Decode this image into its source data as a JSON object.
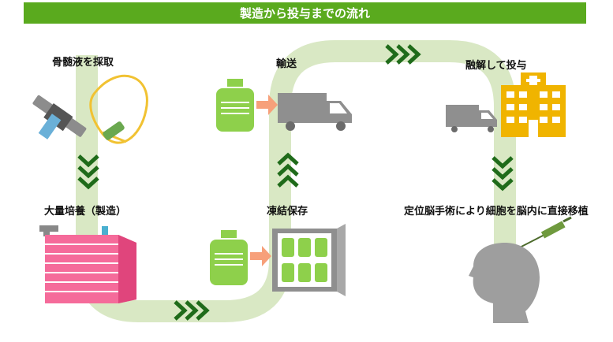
{
  "title": "製造から投与までの流れ",
  "steps": {
    "harvest": "骨髄液を採取",
    "culture": "大量培養（製造）",
    "freeze": "凍結保存",
    "transport": "輸送",
    "thaw": "融解して投与",
    "implant": "定位脳手術により細胞を脳内に直接移植"
  },
  "colors": {
    "title_bg": "#5aaa1e",
    "path": "#d9e8c4",
    "chevron": "#1f6b1a",
    "bottle": "#8ed04b",
    "arrow": "#f7a07a",
    "truck": "#8f8f8f",
    "hospital": "#f0b400",
    "bag": "#f56b9a",
    "head": "#9e9e9e"
  },
  "icons": [
    "bone-marrow-needle-icon",
    "blood-bag-tube-icon",
    "culture-stack-icon",
    "bottle-icon",
    "freezer-icon",
    "truck-icon",
    "hospital-icon",
    "syringe-icon",
    "head-silhouette-icon",
    "chevron-icon"
  ]
}
